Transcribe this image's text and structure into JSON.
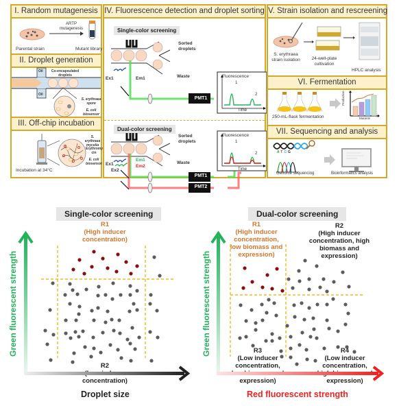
{
  "panels": {
    "p1": {
      "title": "I. Random mutagenesis",
      "arrow_label": "ARTP mutagenesis",
      "left": "Parental strain",
      "right": "Mutant library"
    },
    "p2": {
      "title": "II. Droplet generation",
      "oil_top": "Oil",
      "oil_bottom": "Oil",
      "coencap": "Co-encapsulated droplets",
      "spore": "S. erythraea spore",
      "biosensor": "E. coli biosensor"
    },
    "p3": {
      "title": "III. Off-chip incubation",
      "mycelia": "S. erythraea mycelia",
      "erythromycin": "Erythromy cin",
      "biosensor": "E. coli biosensor",
      "caption": "Incubation at 34°C"
    },
    "p4": {
      "title": "IV. Fluorescence detection and droplet sorting",
      "single": {
        "tag": "Single-color screening",
        "sorted": "Sorted droplets",
        "waste": "Waste",
        "ex1": "Ex1",
        "em1": "Em1",
        "pmt1": "PMT1",
        "ylabel": "Fluorescence",
        "xlabel": "Time",
        "peak1": "1",
        "peak2": "2"
      },
      "dual": {
        "tag": "Dual-color screening",
        "sorted": "Sorted droplets",
        "waste": "Waste",
        "ex1": "Ex1",
        "ex2": "Ex2",
        "em1": "Em1",
        "em2": "Em2",
        "pmt1": "PMT1",
        "pmt2": "PMT2",
        "ylabel": "Fluorescence",
        "xlabel": "Time",
        "peak1": "1",
        "peak2": "2"
      }
    },
    "p5": {
      "title": "V. Strain isolation and rescreening",
      "step1": "S. erythraea strain isolation",
      "step2": "24-well-plate cultivation",
      "step3": "HPLC analysis"
    },
    "p6": {
      "title": "VI. Fermentation",
      "caption": "250-mL-flask fermentation",
      "ylabel": "Production",
      "xlabel": "Mutants",
      "bar_colors": [
        "#f6c9a8",
        "#b39ddb",
        "#90caf9",
        "#c8e6c9"
      ]
    },
    "p7": {
      "title": "VII. Sequencing and analysis",
      "bases": [
        "A",
        "T",
        "C",
        "G"
      ],
      "left": "Genome sequencing",
      "right": "Bioinformatics analysis"
    }
  },
  "plots": {
    "single": {
      "title": "Single-color screening",
      "xlabel": "Droplet size",
      "ylabel": "Green fluorescent strength",
      "r1": {
        "name": "R1",
        "desc1": "(High inducer",
        "desc2": "concentration)"
      },
      "r2": {
        "name": "R2",
        "desc1": "(Low inducer",
        "desc2": "concentration)"
      }
    },
    "dual": {
      "title": "Dual-color screening",
      "xlabel": "Red fluorescent strength",
      "ylabel": "Green fluorescent strength",
      "r1": {
        "name": "R1",
        "lines": [
          "(High inducer",
          "concentration,",
          "low biomass and",
          "expression)"
        ]
      },
      "r2": {
        "name": "R2",
        "lines": [
          "(High inducer",
          "concentration, high",
          "biomass and",
          "expression)"
        ]
      },
      "r3": {
        "name": "R3",
        "lines": [
          "(Low inducer",
          "concentration,",
          "low biomass and",
          "expression)"
        ]
      },
      "r4": {
        "name": "R4",
        "lines": [
          "(Low inducer",
          "concentration,",
          "high biomass and",
          "expression)"
        ]
      }
    }
  },
  "colors": {
    "panel_border": "#d4a92a",
    "panel_header": "#fdf1cc",
    "green": "#22b35a",
    "red": "#ee2222",
    "orange_label": "#d9762b",
    "dot_red": "#8b0e0e",
    "dot_gray": "#5c5c5c"
  }
}
